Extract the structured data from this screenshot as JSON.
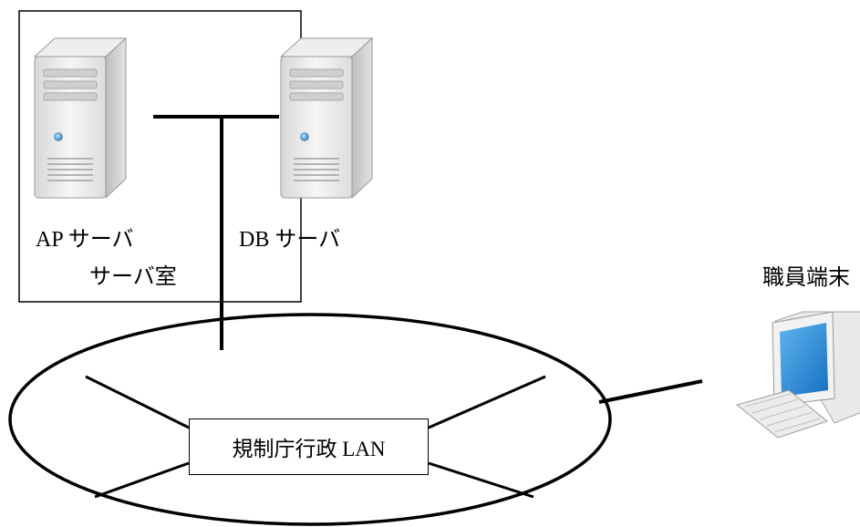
{
  "server_room": {
    "label": "サーバ室"
  },
  "servers": {
    "ap": {
      "label": "AP サーバ",
      "icon": "server-tower-icon"
    },
    "db": {
      "label": "DB サーバ",
      "icon": "server-tower-icon"
    }
  },
  "lan": {
    "label": "規制庁行政 LAN"
  },
  "terminal": {
    "label": "職員端末",
    "icon": "desktop-pc-icon"
  },
  "colors": {
    "line": "#000000",
    "server_body": "#e6e6e6",
    "screen": "#2f8fd8"
  }
}
